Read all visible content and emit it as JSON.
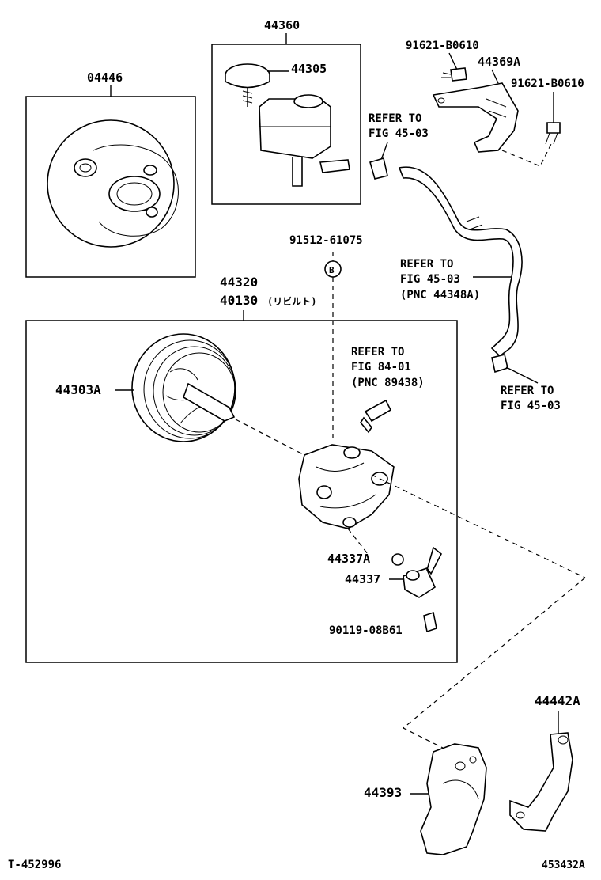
{
  "labels": {
    "p04446": "04446",
    "p44360": "44360",
    "p44305": "44305",
    "p91621a": "91621-B0610",
    "p44369A": "44369A",
    "p91621b": "91621-B0610",
    "refer1_a": "REFER TO",
    "refer1_b": "FIG 45-03",
    "p91512": "91512-61075",
    "circleB": "B",
    "refer2_a": "REFER TO",
    "refer2_b": "FIG 45-03",
    "refer2_c": "(PNC 44348A)",
    "p44320": "44320",
    "p40130": "40130",
    "p40130_note": "(リビルト)",
    "refer3_a": "REFER TO",
    "refer3_b": "FIG 84-01",
    "refer3_c": "(PNC 89438)",
    "refer4_a": "REFER TO",
    "refer4_b": "FIG 45-03",
    "p44303A": "44303A",
    "p44337A": "44337A",
    "p44337": "44337",
    "p90119": "90119-08B61",
    "p44442A": "44442A",
    "p44393": "44393",
    "footer_left": "T-452996",
    "footer_right": "453432A"
  }
}
